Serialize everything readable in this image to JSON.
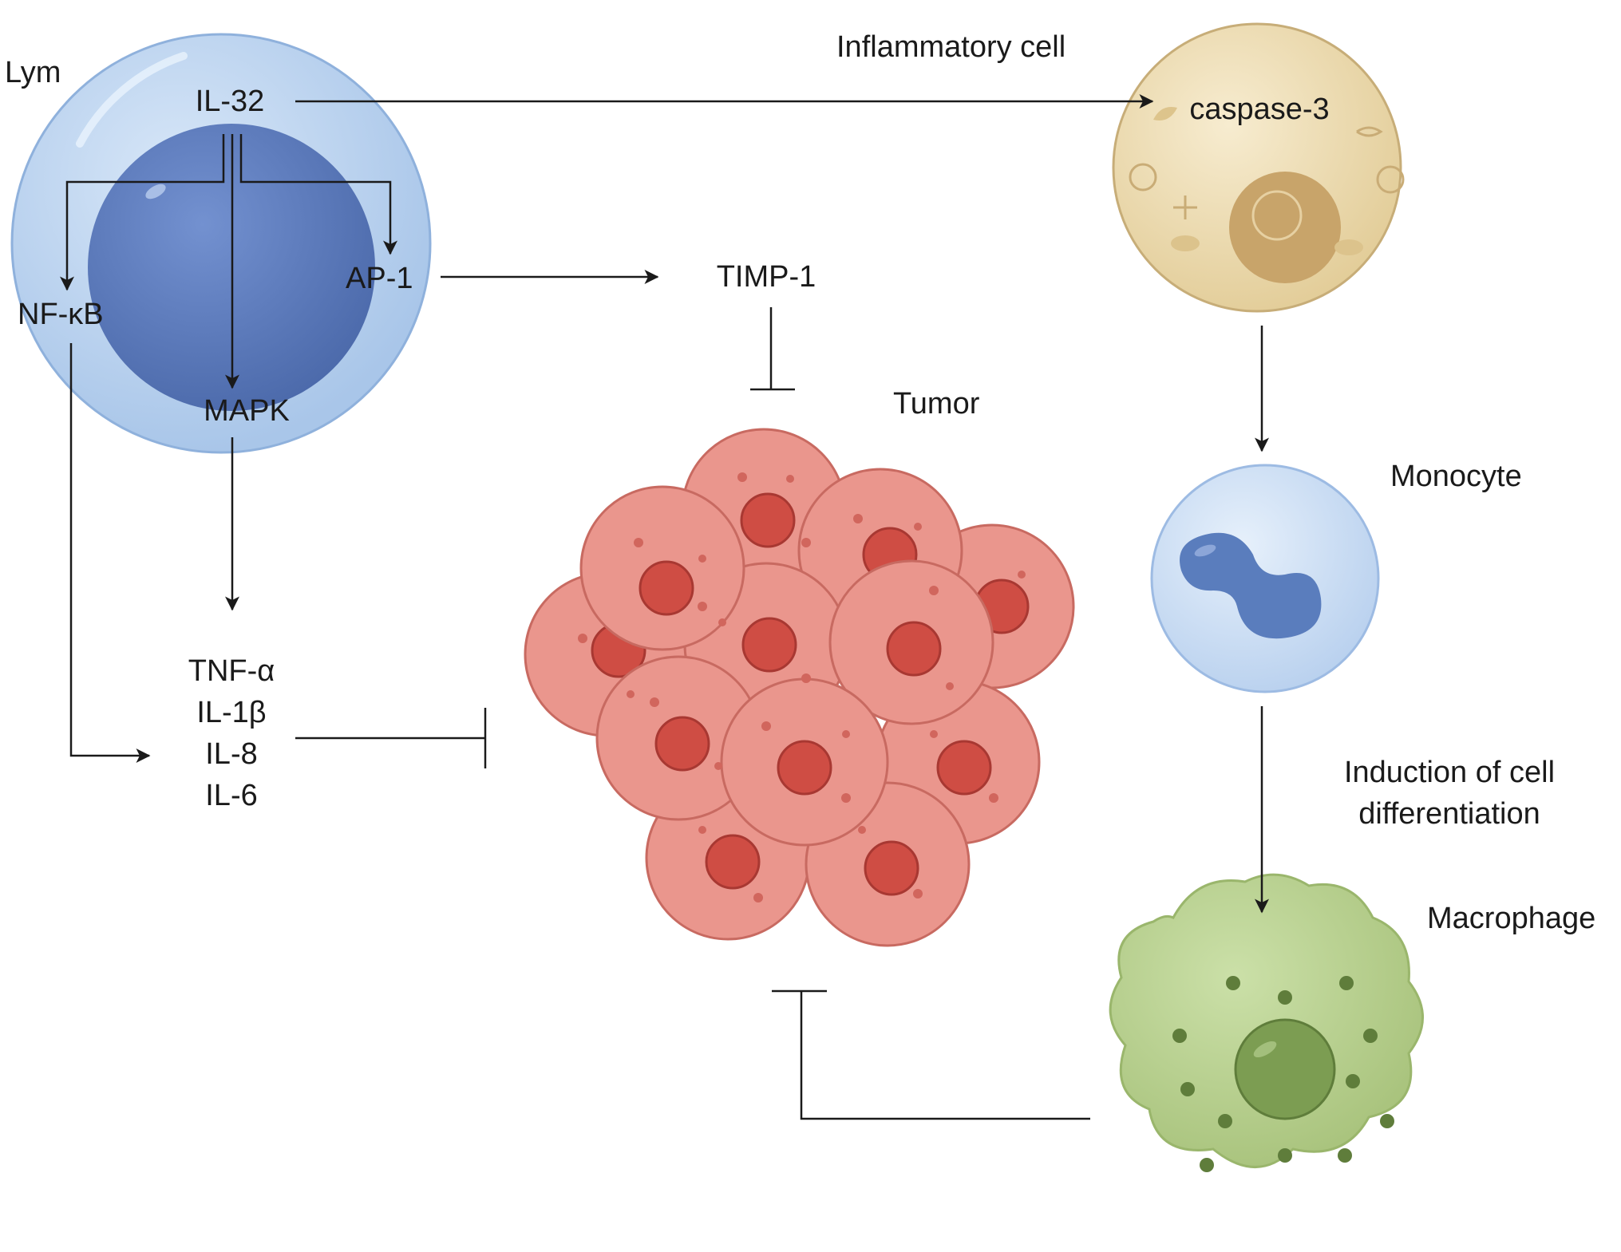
{
  "labels": {
    "lym": "Lym",
    "il32": "IL-32",
    "nfkb": "NF-κB",
    "ap1": "AP-1",
    "mapk": "MAPK",
    "timp1": "TIMP-1",
    "inflammatory_cell": "Inflammatory cell",
    "caspase3": "caspase-3",
    "tumor": "Tumor",
    "monocyte": "Monocyte",
    "induction": [
      "Induction of cell",
      "differentiation"
    ],
    "macrophage": "Macrophage",
    "cytokines": [
      "TNF-α",
      "IL-1β",
      "IL-8",
      "IL-6"
    ]
  },
  "colors": {
    "lym_outer": "#b9d3ef",
    "lym_nucleus": "#5f7fc0",
    "inflammatory_cell": "#ecdcb5",
    "inflammatory_nucleus": "#c3a266",
    "tumor_cell": "#ec9d95",
    "tumor_nucleus": "#cf4d44",
    "monocyte": "#cfe0f4",
    "monocyte_nucleus": "#5a7dbd",
    "macrophage": "#b6cd8c",
    "macrophage_nucleus": "#7c9d52",
    "line": "#1a1a1a"
  }
}
